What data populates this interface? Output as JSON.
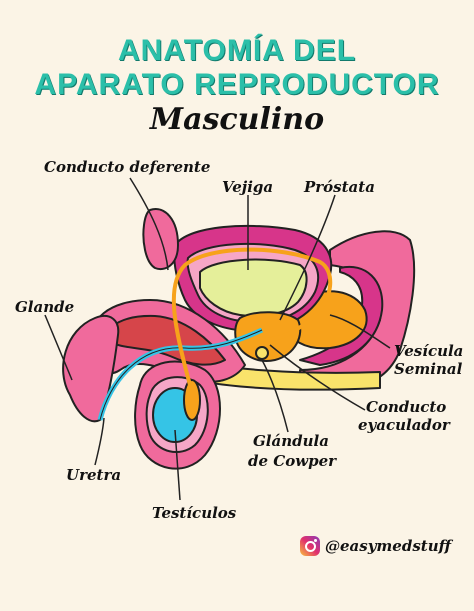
{
  "title_line1": "ANATOMÍA DEL",
  "title_line2": "APARATO REPRODUCTOR",
  "subtitle": "Masculino",
  "labels": {
    "conducto_deferente": "Conducto deferente",
    "vejiga": "Vejiga",
    "prostata": "Próstata",
    "glande": "Glande",
    "vesicula_seminal_1": "Vesícula",
    "vesicula_seminal_2": "Seminal",
    "conducto_eyaculador_1": "Conducto",
    "conducto_eyaculador_2": "eyaculador",
    "glandula_cowper_1": "Glándula",
    "glandula_cowper_2": "de Cowper",
    "uretra": "Uretra",
    "testiculos": "Testículos"
  },
  "credit": {
    "handle": "@easymedstuff",
    "icon": "instagram-icon"
  },
  "colors": {
    "background": "#fbf4e6",
    "title": "#2bbfa9",
    "pink": "#f06a9c",
    "magenta": "#d7358a",
    "light_pink": "#f6a6c6",
    "orange": "#f7a21b",
    "yellow_green": "#e5ef9a",
    "cyan": "#35c4e6",
    "yellow": "#f9e36b",
    "red": "#d6454a"
  }
}
